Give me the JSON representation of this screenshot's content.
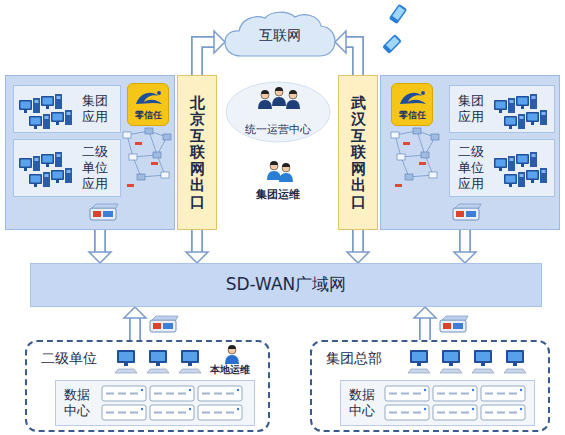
{
  "diagram": {
    "nodes": [
      {
        "text": [
          "互联网"
        ]
      },
      {
        "text": []
      },
      {
        "text": [
          "集团应用"
        ],
        "in": 1
      },
      {
        "text": [
          "二级单位应用"
        ],
        "in": 1
      },
      {
        "text": [
          "零信任"
        ],
        "in": 1
      },
      {
        "text": [
          "北京互联网出口"
        ]
      },
      {
        "text": [
          "武汉互联网出口"
        ]
      },
      {
        "text": []
      },
      {
        "text": [
          "集团应用"
        ],
        "in": 7
      },
      {
        "text": [
          "二级单位应用"
        ],
        "in": 7
      },
      {
        "text": [
          "零信任"
        ],
        "in": 7
      },
      {
        "text": [
          "SD-WAN广域网"
        ]
      },
      {
        "text": [
          "二级单位"
        ]
      },
      {
        "text": [
          "数据中心"
        ],
        "in": 12
      },
      {
        "text": [
          "集团总部"
        ]
      },
      {
        "text": [
          "数据中心"
        ],
        "in": 14
      }
    ],
    "edges": [
      {
        "from": 5,
        "to": 0,
        "arrow": "to"
      },
      {
        "from": 6,
        "to": 0,
        "arrow": "to"
      },
      {
        "from": 1,
        "to": 11,
        "arrow": "to"
      },
      {
        "from": 5,
        "to": 11,
        "arrow": "to"
      },
      {
        "from": 6,
        "to": 11,
        "arrow": "to"
      },
      {
        "from": 7,
        "to": 11,
        "arrow": "to"
      },
      {
        "from": 12,
        "to": 11,
        "arrow": "to"
      },
      {
        "from": 14,
        "to": 11,
        "arrow": "to"
      }
    ],
    "labels": [
      "统一运营中心",
      "集团运维",
      "本地运维"
    ]
  }
}
